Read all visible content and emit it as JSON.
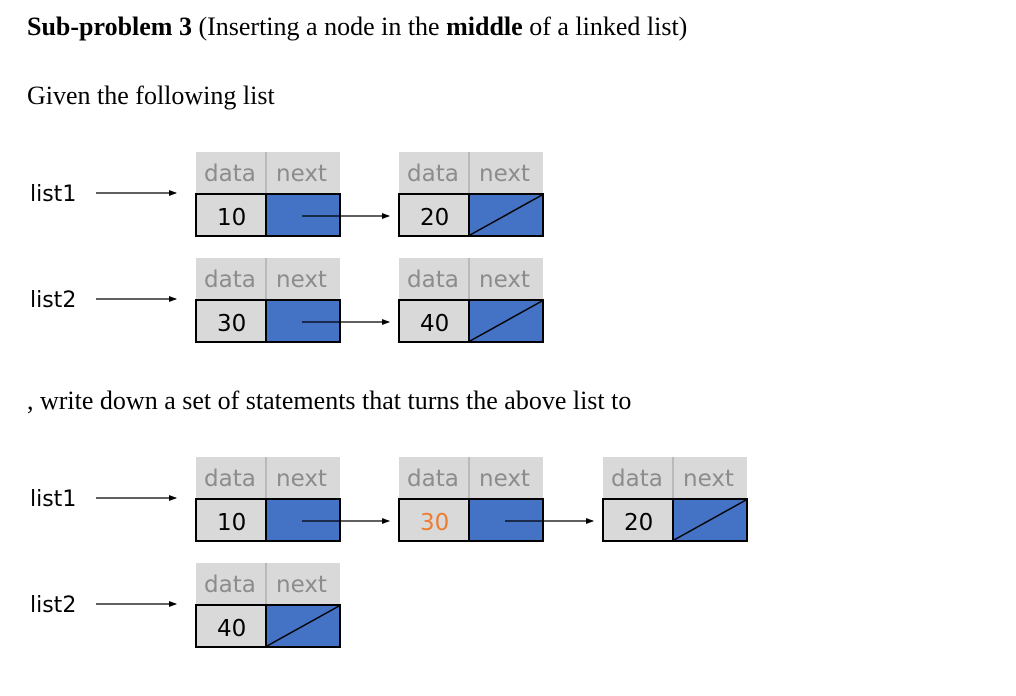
{
  "heading": {
    "part1": "Sub-problem 3",
    "part2": " (Inserting a node in the ",
    "part3": "middle",
    "part4": " of a linked list)"
  },
  "intro": "Given the following list",
  "instruction": ", write down a set of statements that turns the above list to",
  "colors": {
    "next_fill": "#4472c4",
    "cell_fill": "#d9d9d9",
    "header_text": "#8c8c8c",
    "accent": "#ed7d31"
  },
  "node_fields": {
    "data": "data",
    "next": "next"
  },
  "before": {
    "list1": {
      "label": "list1",
      "nodes": [
        "10",
        "20"
      ]
    },
    "list2": {
      "label": "list2",
      "nodes": [
        "30",
        "40"
      ]
    }
  },
  "after": {
    "list1": {
      "label": "list1",
      "nodes": [
        "10",
        "30",
        "20"
      ],
      "highlight": "30"
    },
    "list2": {
      "label": "list2",
      "nodes": [
        "40"
      ]
    }
  }
}
